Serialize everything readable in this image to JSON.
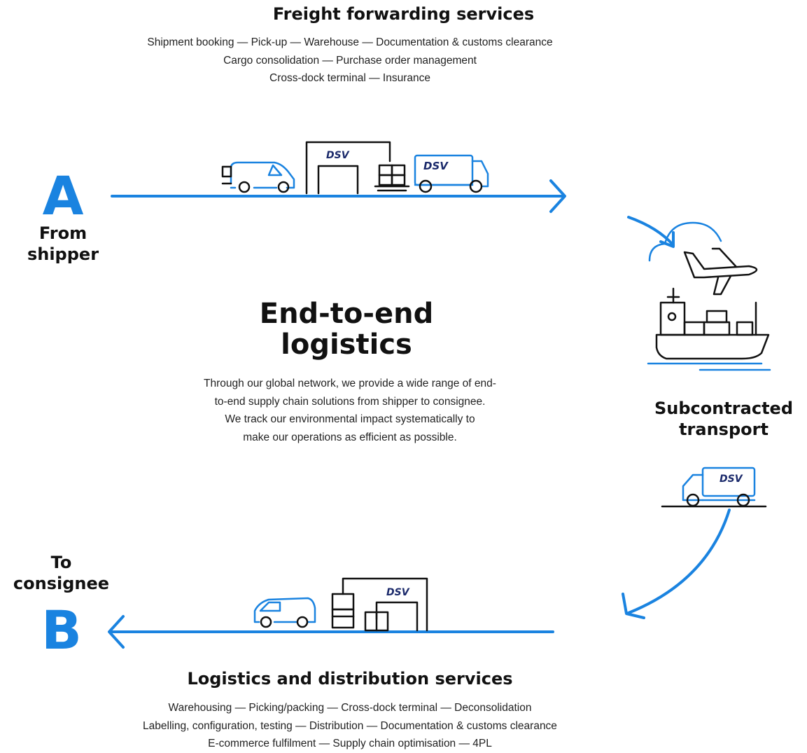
{
  "top_section": {
    "title": "Freight forwarding services",
    "lines": [
      "Shipment booking — Pick-up — Warehouse — Documentation & customs clearance",
      "Cargo consolidation — Purchase order management",
      "Cross-dock terminal — Insurance"
    ]
  },
  "start_point": {
    "letter": "A",
    "label_line1": "From",
    "label_line2": "shipper"
  },
  "end_point": {
    "letter": "B",
    "label_line1": "To",
    "label_line2": "consignee"
  },
  "center": {
    "title_line1": "End-to-end",
    "title_line2": "logistics",
    "lines": [
      "Through our global network, we provide a wide range of end-",
      "to-end supply chain solutions from shipper to consignee.",
      "We track our environmental impact systematically to",
      "make our operations as efficient as possible."
    ]
  },
  "right_section": {
    "label_line1": "Subcontracted",
    "label_line2": "transport"
  },
  "bottom_section": {
    "title": "Logistics and distribution services",
    "lines": [
      "Warehousing — Picking/packing — Cross-dock terminal — Deconsolidation",
      "Labelling, configuration, testing — Distribution — Documentation & customs clearance",
      "E-commerce fulfilment — Supply chain optimisation — 4PL"
    ]
  },
  "brand": {
    "logo_text": "DSV"
  },
  "colors": {
    "accent": "#1a83e0",
    "ink": "#111111",
    "brand_navy": "#1b2a6b"
  }
}
